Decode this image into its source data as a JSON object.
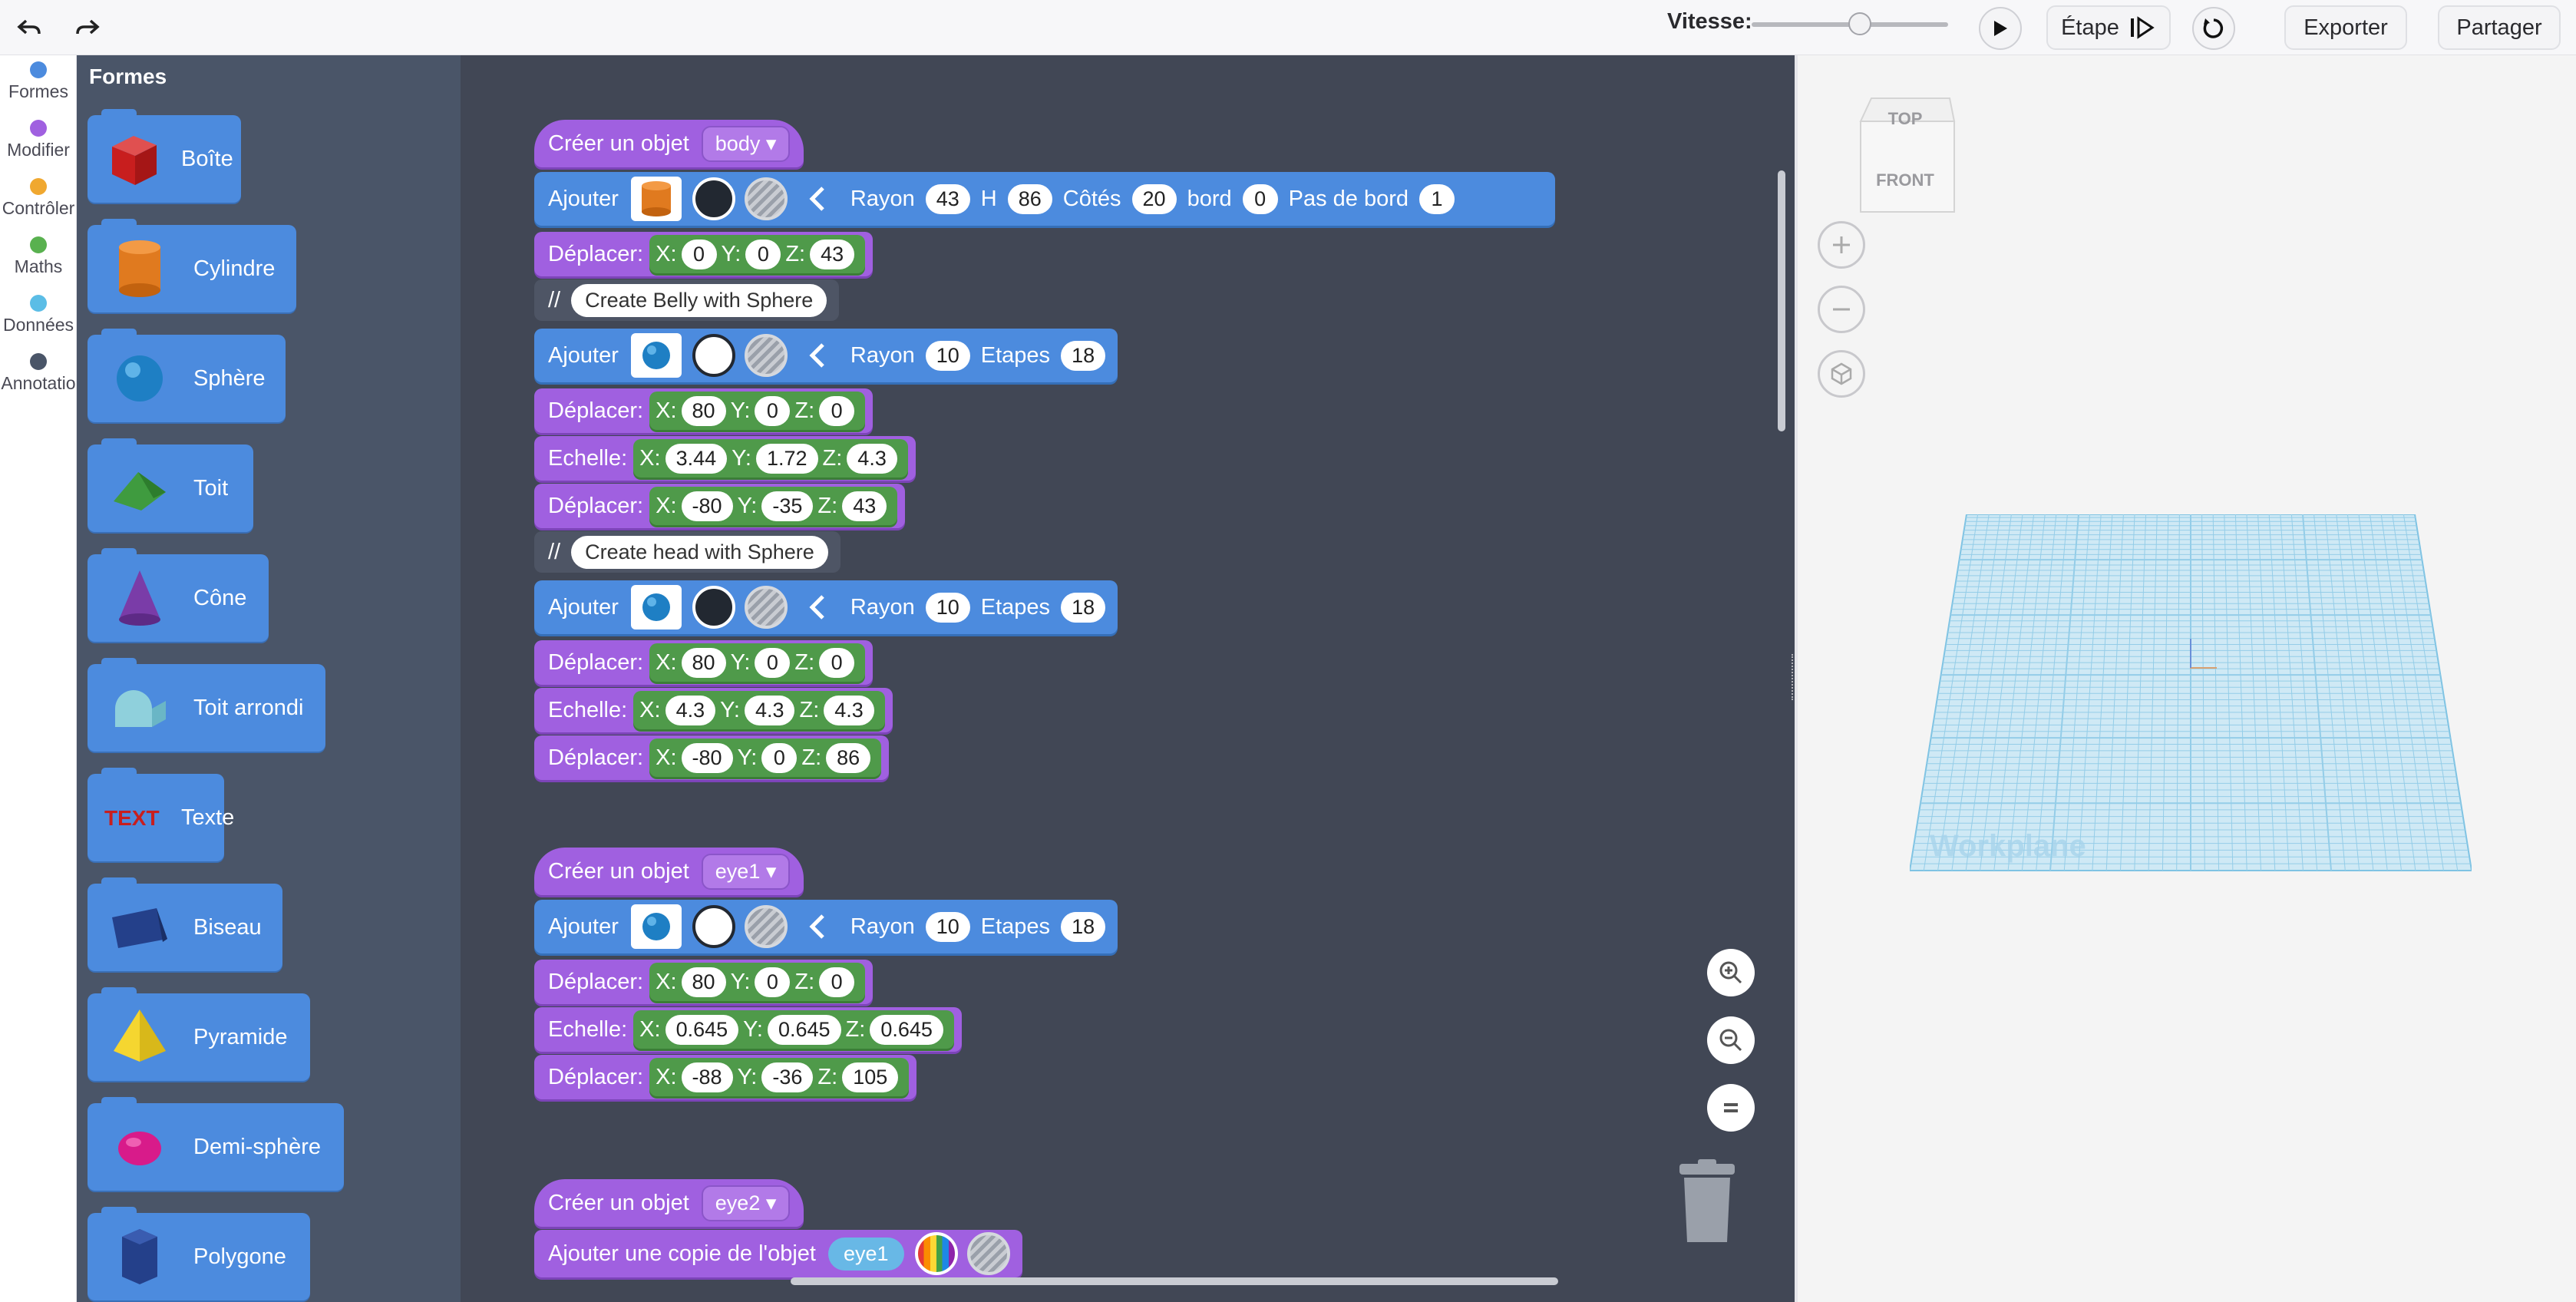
{
  "toolbar": {
    "undo_icon": "undo-arrow-icon",
    "redo_icon": "redo-arrow-icon",
    "speed_label": "Vitesse:",
    "speed_level": 0.55,
    "play_icon": "play-icon",
    "step_label": "Étape",
    "step_icon": "step-icon",
    "reset_icon": "reset-icon",
    "export_label": "Exporter",
    "share_label": "Partager"
  },
  "categories": [
    {
      "label": "Formes",
      "color": "#4c8bde"
    },
    {
      "label": "Modifier",
      "color": "#a060e0"
    },
    {
      "label": "Contrôler",
      "color": "#f0a830"
    },
    {
      "label": "Maths",
      "color": "#59b14f"
    },
    {
      "label": "Données",
      "color": "#5bbde6"
    },
    {
      "label": "Annotatio",
      "color": "#4a5568"
    }
  ],
  "flyout": {
    "title": "Formes",
    "items": [
      {
        "label": "Boîte",
        "icon": "box-icon"
      },
      {
        "label": "Cylindre",
        "icon": "cylinder-icon"
      },
      {
        "label": "Sphère",
        "icon": "sphere-icon"
      },
      {
        "label": "Toit",
        "icon": "roof-icon"
      },
      {
        "label": "Cône",
        "icon": "cone-icon"
      },
      {
        "label": "Toit arrondi",
        "icon": "round-roof-icon"
      },
      {
        "label": "Texte",
        "icon": "text-3d-icon"
      },
      {
        "label": "Biseau",
        "icon": "wedge-icon"
      },
      {
        "label": "Pyramide",
        "icon": "pyramid-icon"
      },
      {
        "label": "Demi-sphère",
        "icon": "half-sphere-icon"
      },
      {
        "label": "Polygone",
        "icon": "polygon-icon"
      }
    ]
  },
  "workspace": {
    "create_label": "Créer un objet",
    "add_label": "Ajouter",
    "move_label": "Déplacer:",
    "scale_label": "Echelle:",
    "radius_label": "Rayon",
    "height_label": "H",
    "sides_label": "Côtés",
    "edge_label": "bord",
    "noedge_label": "Pas de bord",
    "steps_label": "Etapes",
    "comment_mark": "//",
    "x_label": "X:",
    "y_label": "Y:",
    "z_label": "Z:",
    "copy_label": "Ajouter une copie de l'objet",
    "body": {
      "name": "body",
      "cyl": {
        "radius": "43",
        "h": "86",
        "sides": "20",
        "edge": "0",
        "noedge": "1"
      },
      "move1": {
        "x": "0",
        "y": "0",
        "z": "43"
      },
      "comment1": "Create Belly with Sphere",
      "sphere1": {
        "radius": "10",
        "steps": "18"
      },
      "move2": {
        "x": "80",
        "y": "0",
        "z": "0"
      },
      "scale1": {
        "x": "3.44",
        "y": "1.72",
        "z": "4.3"
      },
      "move3": {
        "x": "-80",
        "y": "-35",
        "z": "43"
      },
      "comment2": "Create head with Sphere",
      "sphere2": {
        "radius": "10",
        "steps": "18"
      },
      "move4": {
        "x": "80",
        "y": "0",
        "z": "0"
      },
      "scale2": {
        "x": "4.3",
        "y": "4.3",
        "z": "4.3"
      },
      "move5": {
        "x": "-80",
        "y": "0",
        "z": "86"
      }
    },
    "eye1": {
      "name": "eye1",
      "sphere": {
        "radius": "10",
        "steps": "18"
      },
      "move1": {
        "x": "80",
        "y": "0",
        "z": "0"
      },
      "scale": {
        "x": "0.645",
        "y": "0.645",
        "z": "0.645"
      },
      "move2": {
        "x": "-88",
        "y": "-36",
        "z": "105"
      }
    },
    "eye2": {
      "name": "eye2",
      "copy_of": "eye1"
    },
    "zoom_in_icon": "zoom-in-icon",
    "zoom_out_icon": "zoom-out-icon",
    "zoom_reset_icon": "zoom-reset-icon",
    "trash_icon": "trash-icon"
  },
  "preview": {
    "cube_top": "TOP",
    "cube_front": "FRONT",
    "zoom_in_icon": "plus-icon",
    "zoom_out_icon": "minus-icon",
    "home_icon": "home-view-icon",
    "workplane_label": "Workplane"
  }
}
